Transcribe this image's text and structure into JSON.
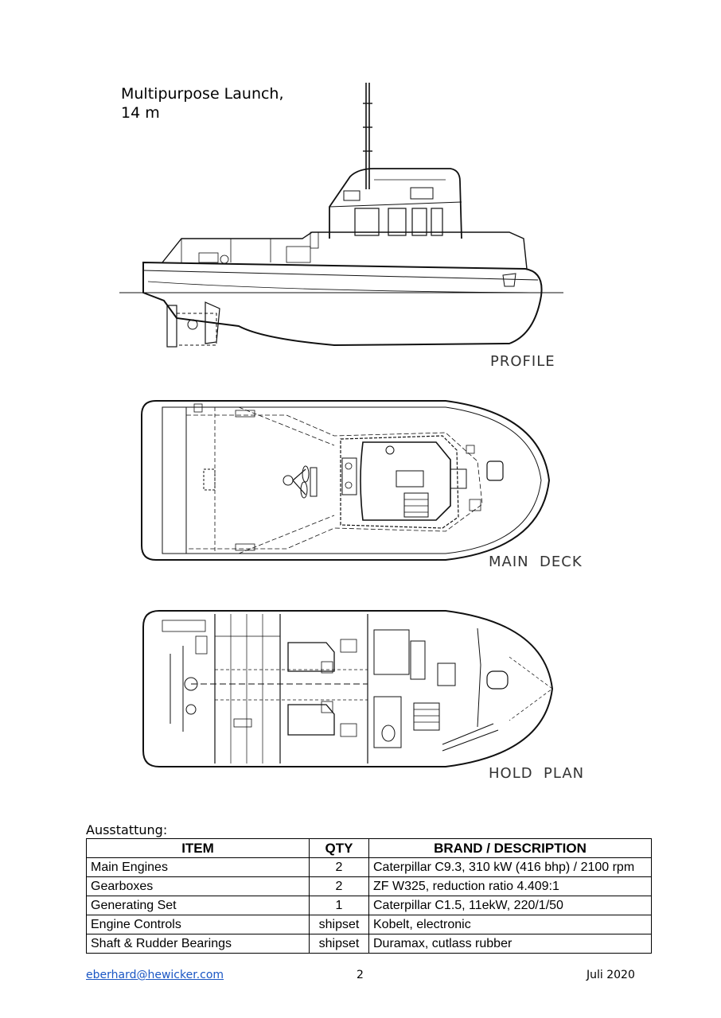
{
  "title": {
    "line1": "Multipurpose Launch,",
    "line2": "14 m"
  },
  "views": {
    "profile": "PROFILE",
    "main_deck": "MAIN  DECK",
    "hold_plan": "HOLD  PLAN"
  },
  "section_heading": "Ausstattung:",
  "table": {
    "headers": [
      "ITEM",
      "QTY",
      "BRAND / DESCRIPTION"
    ],
    "rows": [
      [
        "Main Engines",
        "2",
        "Caterpillar C9.3, 310 kW (416 bhp) / 2100 rpm"
      ],
      [
        "Gearboxes",
        "2",
        "ZF W325, reduction ratio 4.409:1"
      ],
      [
        "Generating Set",
        "1",
        "Caterpillar C1.5, 11ekW, 220/1/50"
      ],
      [
        "Engine Controls",
        "shipset",
        "Kobelt, electronic"
      ],
      [
        "Shaft & Rudder Bearings",
        "shipset",
        "Duramax, cutlass rubber"
      ]
    ]
  },
  "footer": {
    "email": "eberhard@hewicker.com",
    "page": "2",
    "date": "Juli 2020"
  }
}
